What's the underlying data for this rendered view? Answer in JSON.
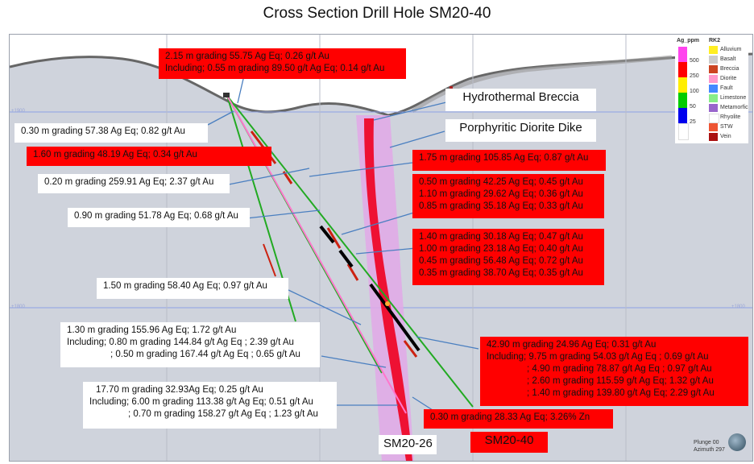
{
  "title": "Cross Section Drill Hole SM20-40",
  "features": {
    "hydrothermal_breccia": "Hydrothermal Breccia",
    "porphyritic_diorite_dike": "Porphyritic Diorite Dike"
  },
  "holes": {
    "left": "SM20-26",
    "right": "SM20-40"
  },
  "elevation_ticks": {
    "upper": "+1900",
    "lower": "+1800"
  },
  "labels": {
    "top_red": [
      "2.15 m grading 55.75 Ag Eq; 0.26 g/t Au",
      "Including; 0.55 m grading 89.50 g/t Ag Eq; 0.14 g/t Au"
    ],
    "w1": "0.30 m grading 57.38 Ag Eq; 0.82 g/t Au",
    "r1": "1.60 m grading 48.19 Ag Eq; 0.34 g/t Au",
    "w2": "0.20 m grading 259.91 Ag Eq; 2.37 g/t Au",
    "w3": "0.90 m grading 51.78 Ag Eq; 0.68 g/t Au",
    "w4": "1.50 m grading 58.40 Ag Eq; 0.97 g/t Au",
    "w5": [
      "1.30 m grading 155.96 Ag Eq; 1.72 g/t Au",
      "Including; 0.80 m grading 144.84 g/t Ag Eq ; 2.39 g/t Au",
      "; 0.50 m grading 167.44 g/t Ag Eq ; 0.65 g/t Au"
    ],
    "w6": [
      "17.70 m grading 32.93Ag Eq; 0.25 g/t Au",
      "Including; 6.00 m grading 113.38 g/t Ag Eq; 0.51 g/t Au",
      "; 0.70 m grading 158.27 g/t Ag Eq ; 1.23 g/t Au"
    ],
    "r2": "1.75 m grading 105.85 Ag Eq; 0.87 g/t Au",
    "r3": [
      "0.50 m grading 42.25 Ag Eq; 0.45 g/t Au",
      "1.10 m grading 29.62 Ag Eq; 0.36 g/t Au",
      "0.85 m grading 35.18 Ag Eq; 0.33 g/t Au"
    ],
    "r4": [
      "1.40 m grading 30.18 Ag Eq; 0.47 g/t Au",
      "1.00 m grading 23.18 Ag Eq; 0.40 g/t Au",
      "0.45 m grading 56.48 Ag Eq; 0.72 g/t Au",
      "0.35 m grading 38.70 Ag Eq; 0.35 g/t Au"
    ],
    "r5": [
      "42.90 m grading 24.96 Ag Eq;  0.31 g/t Au",
      "Including; 9.75 m grading 54.03 g/t Ag Eq ; 0.69 g/t Au",
      "; 4.90 m grading 78.87 g/t Ag Eq ; 0.97 g/t Au",
      "; 2.60 m grading 115.59 g/t Ag Eq; 1.32 g/t Au",
      "; 1.40 m grading 139.80 g/t Ag Eq; 2.29 g/t Au"
    ],
    "r6": "0.30 m grading 28.33 Ag Eq; 3.26% Zn"
  },
  "legend": {
    "ag_header": "Ag_ppm",
    "ag_ranks": [
      "500",
      "250",
      "100",
      "50",
      "25"
    ],
    "ag_colors": [
      "#ff44ee",
      "#ff0000",
      "#ffee00",
      "#00cc00",
      "#0000ee",
      "#ffffff"
    ],
    "rk_header": "RK2",
    "rock_types": [
      "Alluvium",
      "Basalt",
      "Breccia",
      "Diorite",
      "Fault",
      "Limestone",
      "Metamorfic",
      "Rhyolite",
      "STW",
      "Vein"
    ],
    "rock_colors": [
      "#ffee22",
      "#cccccc",
      "#cc4422",
      "#ff99cc",
      "#4488ff",
      "#88ee88",
      "#9966cc",
      "#ffffff",
      "#ee5533",
      "#aa1111"
    ]
  },
  "view": {
    "plunge": "Plunge 00",
    "azimuth": "Azimuth 297"
  },
  "colors": {
    "panel": "#cfd3dc",
    "dike": "#e2a8e8",
    "breccia": "#ee1133",
    "hole": "#22aa22",
    "callout": "#4a7fc0"
  }
}
